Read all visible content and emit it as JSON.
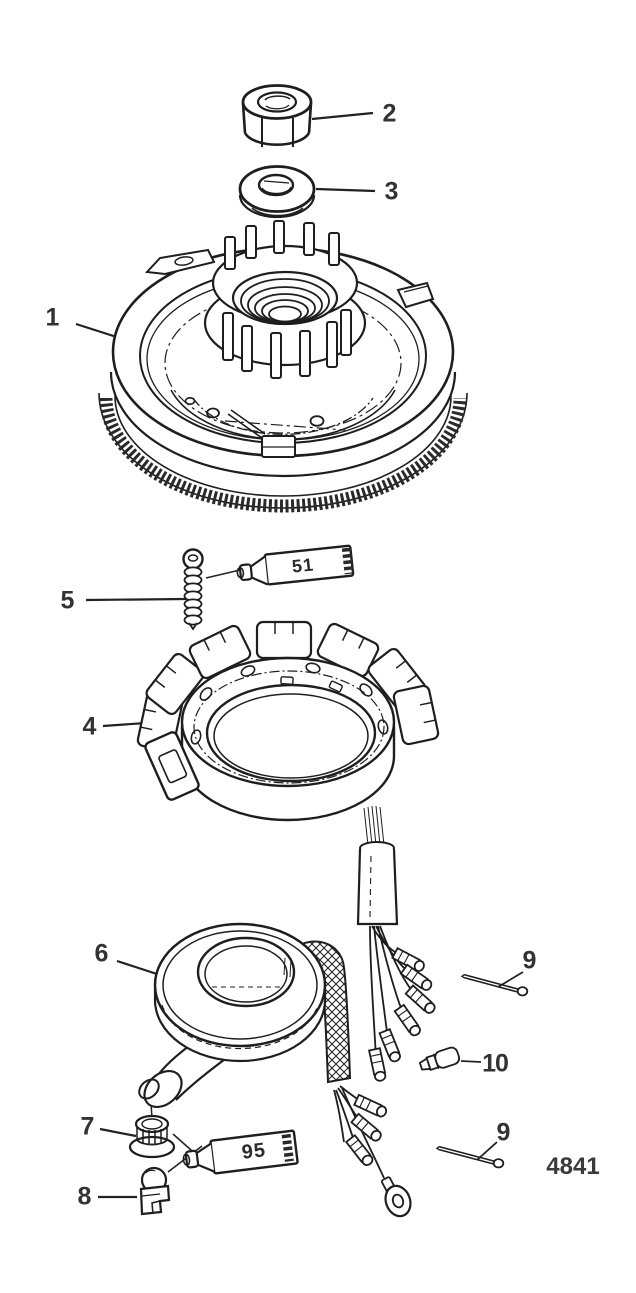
{
  "diagram_number": "4841",
  "callout_labels": {
    "part1": "1",
    "part2": "2",
    "part3": "3",
    "part4": "4",
    "part5": "5",
    "part6": "6",
    "part7": "7",
    "part8": "8",
    "part9_upper": "9",
    "part9_lower": "9",
    "part10": "10"
  },
  "tube_labels": {
    "tube51": "51",
    "tube95": "95"
  }
}
